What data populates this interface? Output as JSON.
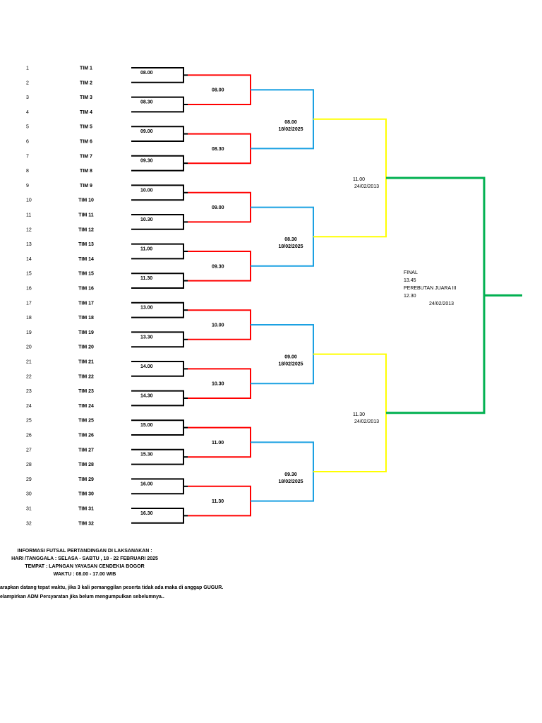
{
  "teams": [
    {
      "no": "1",
      "name": "TIM 1"
    },
    {
      "no": "2",
      "name": "TIM 2"
    },
    {
      "no": "3",
      "name": "TIM 3"
    },
    {
      "no": "4",
      "name": "TIM 4"
    },
    {
      "no": "5",
      "name": "TIM 5"
    },
    {
      "no": "6",
      "name": "TIM 6"
    },
    {
      "no": "7",
      "name": "TIM 7"
    },
    {
      "no": "8",
      "name": "TIM 8"
    },
    {
      "no": "9",
      "name": "TIM 9"
    },
    {
      "no": "10",
      "name": "TIM 10"
    },
    {
      "no": "11",
      "name": "TIM 11"
    },
    {
      "no": "12",
      "name": "TIM 12"
    },
    {
      "no": "13",
      "name": "TIM 13"
    },
    {
      "no": "14",
      "name": "TIM 14"
    },
    {
      "no": "15",
      "name": "TIM 15"
    },
    {
      "no": "16",
      "name": "TIM 16"
    },
    {
      "no": "17",
      "name": "TIM 17"
    },
    {
      "no": "18",
      "name": "TIM 18"
    },
    {
      "no": "19",
      "name": "TIM 19"
    },
    {
      "no": "20",
      "name": "TIM 20"
    },
    {
      "no": "21",
      "name": "TIM 21"
    },
    {
      "no": "22",
      "name": "TIM 22"
    },
    {
      "no": "23",
      "name": "TIM 23"
    },
    {
      "no": "24",
      "name": "TIM 24"
    },
    {
      "no": "25",
      "name": "TIM 25"
    },
    {
      "no": "26",
      "name": "TIM 26"
    },
    {
      "no": "27",
      "name": "TIM 27"
    },
    {
      "no": "28",
      "name": "TIM 28"
    },
    {
      "no": "29",
      "name": "TIM 29"
    },
    {
      "no": "30",
      "name": "TIM 30"
    },
    {
      "no": "31",
      "name": "TIM 31"
    },
    {
      "no": "32",
      "name": "TIM 32"
    }
  ],
  "round1_times": [
    "08.00",
    "08.30",
    "09.00",
    "09.30",
    "10.00",
    "10.30",
    "11.00",
    "11.30",
    "13.00",
    "13.30",
    "14.00",
    "14.30",
    "15.00",
    "15.30",
    "16.00",
    "16.30"
  ],
  "round2_times": [
    "08.00",
    "08.30",
    "09.00",
    "09.30",
    "10.00",
    "10.30",
    "11.00",
    "11.30"
  ],
  "round3": [
    {
      "time": "08.00",
      "date": "18/02/2025"
    },
    {
      "time": "08.30",
      "date": "18/02/2025"
    },
    {
      "time": "09.00",
      "date": "18/02/2025"
    },
    {
      "time": "09.30",
      "date": "18/02/2025"
    }
  ],
  "semifinals": [
    {
      "time": "11.00",
      "date": "24/02/2013"
    },
    {
      "time": "11.30",
      "date": "24/02/2013"
    }
  ],
  "final_block": {
    "final_label": "FINAL",
    "final_time": "13.45",
    "third_place_label": "PEREBUTAN JUARA III",
    "third_place_time": "12.30",
    "date": "24/02/2013"
  },
  "info": {
    "line1": "INFORMASI FUTSAL PERTANDINGAN DI LAKSANAKAN :",
    "line2": "HARI /TANGGALA : SELASA - SABTU , 18 - 22 FEBRUARI 2025",
    "line3": "TEMPAT : LAPNGAN YAYASAN CENDEKIA BOGOR",
    "line4": "WAKTU : 08.00 - 17.00 WIB"
  },
  "notes": {
    "note1": "arapkan datang tepat waktu, jika 3 kali pemanggilan peserta tidak ada maka di anggap GUGUR.",
    "note2": "elampirkan ADM Persyaratan jika belum mengumpulkan sebelumnya.."
  },
  "colors": {
    "round1": "#000000",
    "round2": "#ff0000",
    "round3": "#1ba1e2",
    "semifinal": "#ffff00",
    "final": "#00b050"
  }
}
